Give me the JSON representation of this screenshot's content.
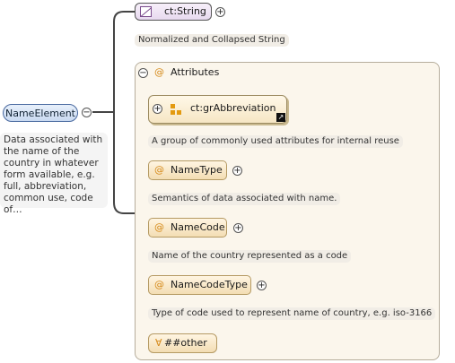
{
  "root": {
    "name": "NameElement",
    "description": [
      "Data associated with",
      "the name of the",
      "country in whatever",
      "form available, e.g.",
      "full, abbreviation,",
      "common use, code of…"
    ]
  },
  "type": {
    "name": "ct:String",
    "description": "Normalized and Collapsed String"
  },
  "attributes": {
    "header": "Attributes",
    "group": {
      "name": "ct:grAbbreviation",
      "description": "A group of commonly used attributes for internal reuse"
    },
    "items": [
      {
        "name": "NameType",
        "description": "Semantics of data associated with name."
      },
      {
        "name": "NameCode",
        "description": "Name of the country represented as a code"
      },
      {
        "name": "NameCodeType",
        "description": "Type of code used to represent name of country, e.g. iso-3166"
      }
    ],
    "any": "##other"
  },
  "glyphs": {
    "at": "@",
    "minus": "−",
    "plus": "+",
    "wildcard": "∀",
    "link": "↗"
  },
  "colors": {
    "root_fill": "#c9daf1",
    "attr_fill": "#f3ddb3",
    "panel_fill": "#fbf6ec",
    "accent": "#e39a10"
  }
}
